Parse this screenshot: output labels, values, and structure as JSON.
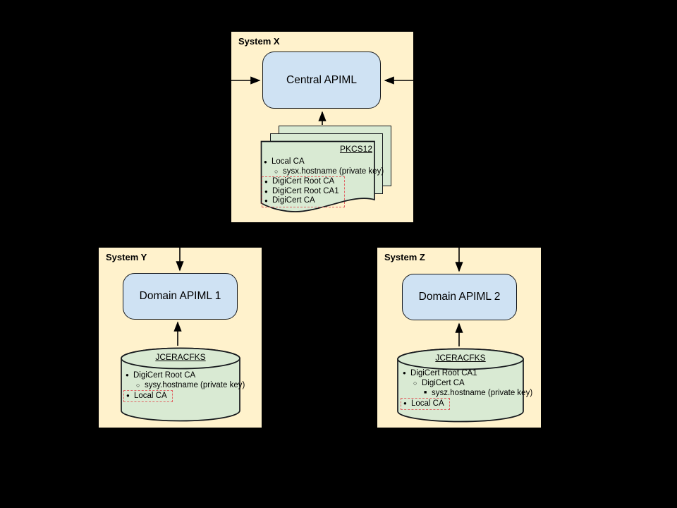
{
  "diagram": {
    "description": "Certificate keystore topology with Central and Domain APIMLs",
    "colors": {
      "background": "#000000",
      "system_box_fill": "#FFF2CC",
      "apiml_node_fill": "#CFE2F3",
      "keystore_fill": "#D9EAD3",
      "highlight_dash": "#E06666",
      "line": "#000000"
    },
    "system_x": {
      "title": "System X",
      "node_label": "Central APIML",
      "store": {
        "label": "PKCS12",
        "plain": [
          "Local CA",
          "sysx.hostname (private key)"
        ],
        "highlighted": [
          "DigiCert Root CA",
          "DigiCert Root CA1",
          "DigiCert CA"
        ]
      }
    },
    "system_y": {
      "title": "System Y",
      "node_label": "Domain APIML 1",
      "store": {
        "label": "JCERACFKS",
        "plain": [
          "DigiCert Root CA",
          "sysy.hostname (private key)"
        ],
        "highlighted": [
          "Local CA"
        ]
      }
    },
    "system_z": {
      "title": "System Z",
      "node_label": "Domain APIML 2",
      "store": {
        "label": "JCERACFKS",
        "plain": [
          "DigiCert Root CA1",
          "DigiCert CA",
          "sysz.hostname (private key)"
        ],
        "highlighted": [
          "Local CA"
        ]
      }
    }
  }
}
